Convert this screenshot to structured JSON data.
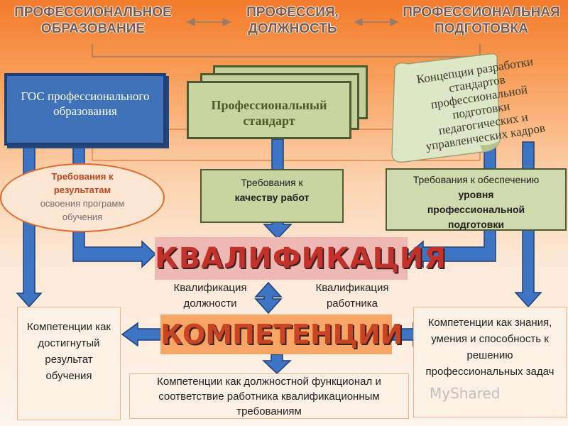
{
  "headers": {
    "prof_education": "ПРОФЕССИОНАЛЬНОЕ ОБРАЗОВАНИЕ",
    "profession": "ПРОФЕССИЯ, ДОЛЖНОСТЬ",
    "prof_training": "ПРОФЕССИОНАЛЬНАЯ ПОДГОТОВКА"
  },
  "gos_box": "ГОС профессионального образования",
  "standard_box": "Профессиональный стандарт",
  "scroll_lines": [
    "Концепции разработки",
    "стандартов",
    "профессиональной",
    "подготовки",
    "педагогических и",
    "управленческих кадров"
  ],
  "oval": {
    "bold_text": "Требования к результатам",
    "rest_text": "освоения программ обучения"
  },
  "quality_box": {
    "line1": "Требования к",
    "line2": "качеству работ"
  },
  "provision_box": {
    "line1": "Требования к обеспечению",
    "line2": "уровня профессиональной подготовки"
  },
  "qualification_title": "КВАЛИФИКАЦИЯ",
  "label_position_qual": "Квалификация должности",
  "label_worker_qual": "Квалификация работника",
  "competence_title": "КОМПЕТЕНЦИИ",
  "left_result_box": "Компетенции как достигнутый результат обучения",
  "bottom_box": "Компетенции как должностной функционал и соответствие работника квалификационным требованиям",
  "right_box": "Компетенции как знания, умения и способность к решению профессиональных задач",
  "watermark": "MyShared",
  "colors": {
    "gos_fill": "#3f72b8",
    "standard_fill": "#c9d5a1",
    "qualification_text": "#c4302a",
    "arrow_blue": "#3d74c4"
  }
}
